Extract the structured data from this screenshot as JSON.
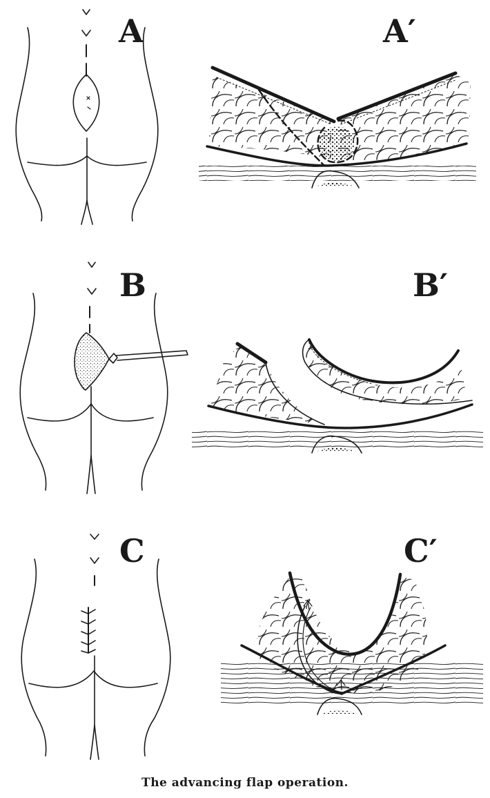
{
  "panels": {
    "a": "A",
    "a_prime": "A′",
    "b": "B",
    "b_prime": "B′",
    "c": "C",
    "c_prime": "C′"
  },
  "caption": "The advancing flap operation.",
  "colors": {
    "ink": "#1a1a1a",
    "background": "#ffffff"
  }
}
